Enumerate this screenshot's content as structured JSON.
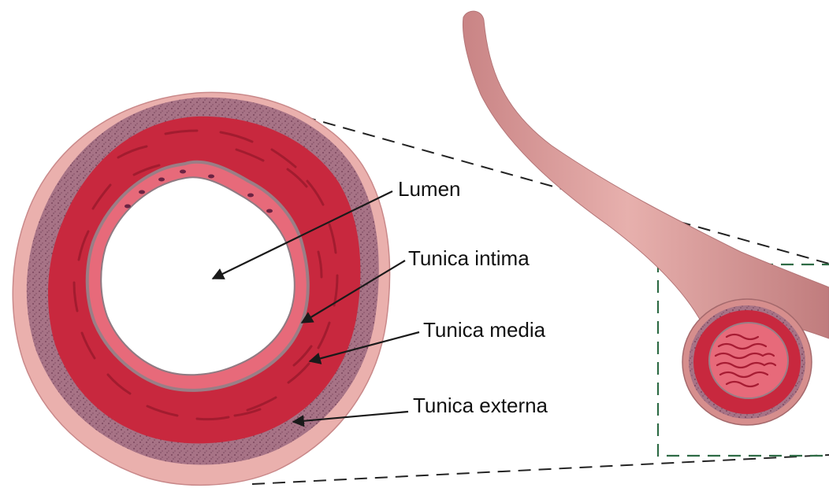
{
  "labels": {
    "lumen": "Lumen",
    "tunica_intima": "Tunica intima",
    "tunica_media": "Tunica media",
    "tunica_externa": "Tunica externa"
  },
  "colors": {
    "externa": "#e8a9a6",
    "externa_band": "#b07a8c",
    "media": "#c8283e",
    "media_fiber": "#9c1a2d",
    "intima": "#e76a7a",
    "intima_edge": "#9a7e86",
    "vessel_body": "#d99594",
    "zoom_box": "#2e6b45",
    "guide_lines": "#222222",
    "arrow": "#1a1a1a"
  }
}
